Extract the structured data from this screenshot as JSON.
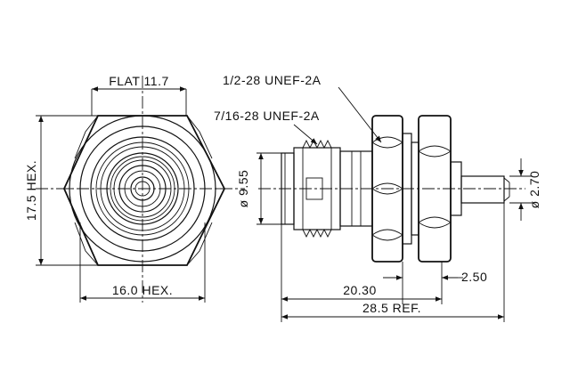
{
  "drawing": {
    "front_view": {
      "flat_label": "FLAT 11.7",
      "hex_height_label": "17.5 HEX.",
      "hex_width_label": "16.0 HEX."
    },
    "side_view": {
      "thread_large_label": "1/2-28 UNEF-2A",
      "thread_small_label": "7/16-28 UNEF-2A",
      "diameter_large_label": "ø 9.55",
      "diameter_small_label": "ø 2.70",
      "length_panel_label": "2.50",
      "length_body_label": "20.30",
      "length_overall_label": "28.5 REF."
    }
  }
}
